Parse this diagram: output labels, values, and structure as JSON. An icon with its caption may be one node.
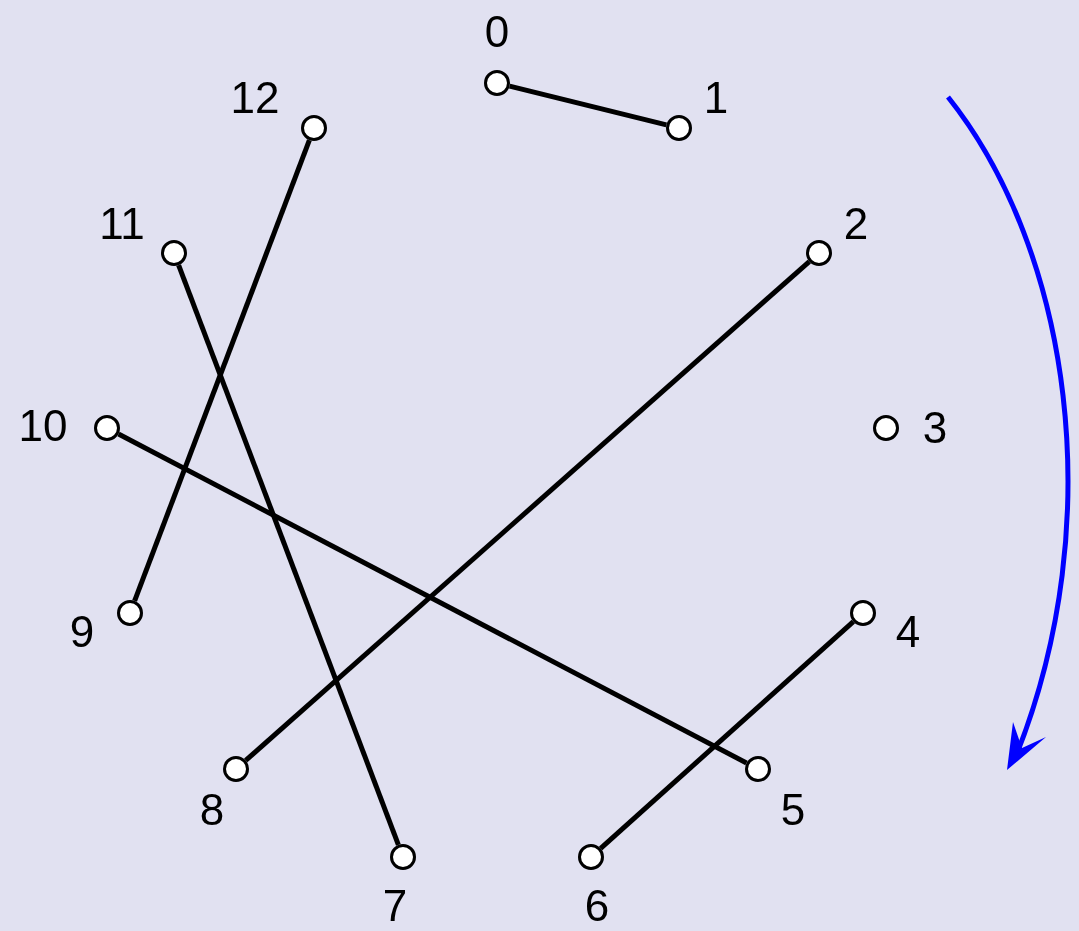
{
  "diagram": {
    "nodes": [
      {
        "text": [],
        "shape": "circle",
        "beside": [
          "0"
        ]
      },
      {
        "text": [],
        "shape": "circle",
        "beside": [
          "1"
        ]
      },
      {
        "text": [],
        "shape": "circle",
        "beside": [
          "2"
        ]
      },
      {
        "text": [],
        "shape": "circle",
        "beside": [
          "3"
        ]
      },
      {
        "text": [],
        "shape": "circle",
        "beside": [
          "4"
        ]
      },
      {
        "text": [],
        "shape": "circle",
        "beside": [
          "5"
        ]
      },
      {
        "text": [],
        "shape": "circle",
        "beside": [
          "6"
        ]
      },
      {
        "text": [],
        "shape": "circle",
        "beside": [
          "7"
        ]
      },
      {
        "text": [],
        "shape": "circle",
        "beside": [
          "8"
        ]
      },
      {
        "text": [],
        "shape": "circle",
        "beside": [
          "9"
        ]
      },
      {
        "text": [],
        "shape": "circle",
        "beside": [
          "10"
        ]
      },
      {
        "text": [],
        "shape": "circle",
        "beside": [
          "11"
        ]
      },
      {
        "text": [],
        "shape": "circle",
        "beside": [
          "12"
        ]
      }
    ],
    "edges": [
      {
        "from": 0,
        "to": 1,
        "arrow": "none"
      },
      {
        "from": 12,
        "to": 9,
        "arrow": "none"
      },
      {
        "from": 11,
        "to": 7,
        "arrow": "none"
      },
      {
        "from": 2,
        "to": 8,
        "arrow": "none"
      },
      {
        "from": 10,
        "to": 5,
        "arrow": "none"
      },
      {
        "from": 4,
        "to": 6,
        "arrow": "none"
      }
    ]
  }
}
